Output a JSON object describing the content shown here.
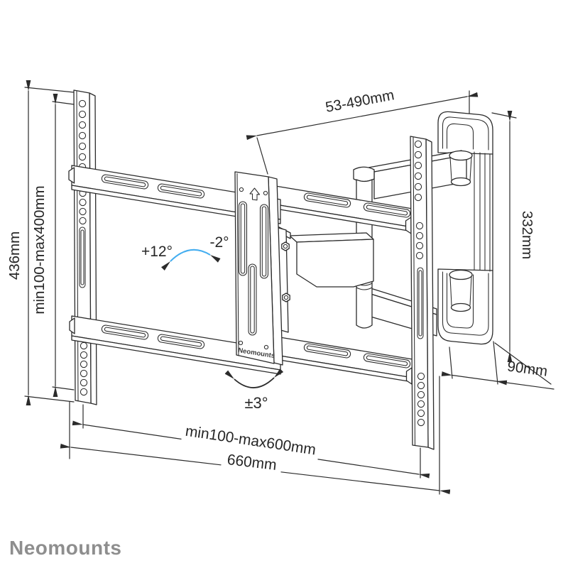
{
  "drawing": {
    "dimensions": {
      "left_outer": "436mm",
      "left_inner": "min100-max400mm",
      "top": "53-490mm",
      "right": "332mm",
      "wall_depth": "90mm",
      "bottom_inner": "min100-max600mm",
      "bottom_outer": "660mm"
    },
    "angles": {
      "tilt_up": "+12°",
      "tilt_down": "-2°",
      "swivel": "±3°"
    },
    "plate_logo": "Neomounts"
  },
  "footer": {
    "logo_text": "Neomounts"
  },
  "colors": {
    "line": "#2b2b2b",
    "accent_blue": "#45aef0",
    "logo_gray": "#8e8e8e",
    "plate_text": "#3c3c3c",
    "background": "#ffffff"
  }
}
